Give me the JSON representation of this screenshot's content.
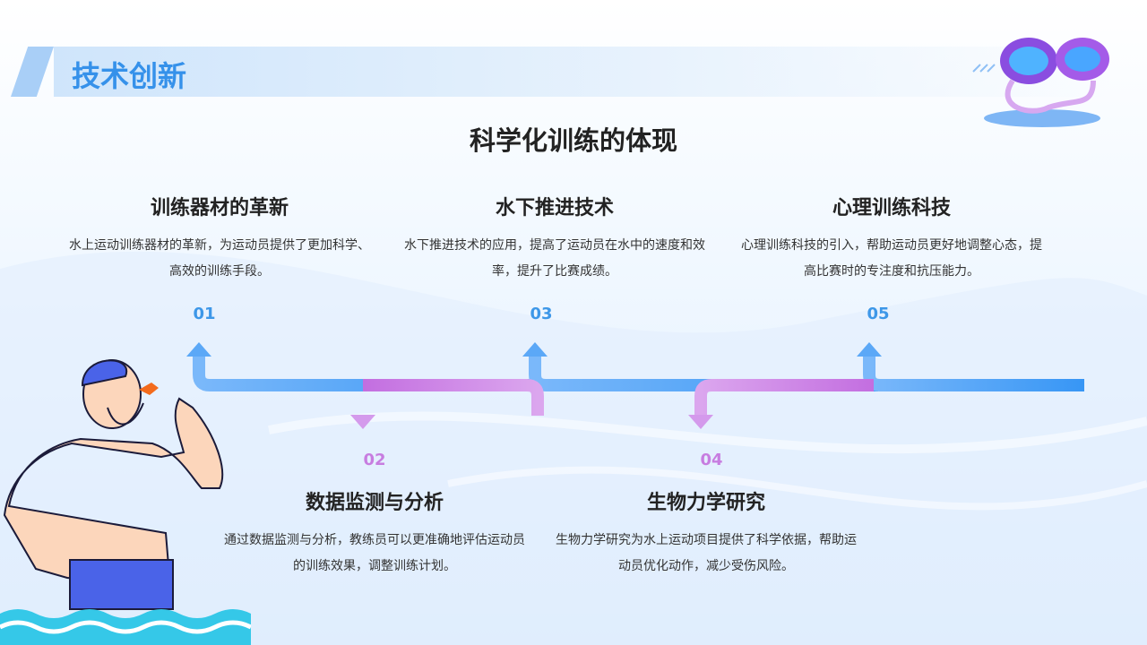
{
  "header": {
    "title": "技术创新"
  },
  "main_title": "科学化训练的体现",
  "items": [
    {
      "num": "01",
      "title": "训练器材的革新",
      "desc": "水上运动训练器材的革新，为运动员提供了更加科学、高效的训练手段。"
    },
    {
      "num": "02",
      "title": "数据监测与分析",
      "desc": "通过数据监测与分析，教练员可以更准确地评估运动员的训练效果，调整训练计划。"
    },
    {
      "num": "03",
      "title": "水下推进技术",
      "desc": "水下推进技术的应用，提高了运动员在水中的速度和效率，提升了比赛成绩。"
    },
    {
      "num": "04",
      "title": "生物力学研究",
      "desc": "生物力学研究为水上运动项目提供了科学依据，帮助运动员优化动作，减少受伤风险。"
    },
    {
      "num": "05",
      "title": "心理训练科技",
      "desc": "心理训练科技的引入，帮助运动员更好地调整心态，提高比赛时的专注度和抗压能力。"
    }
  ],
  "colors": {
    "blue": "#3d97e8",
    "purple": "#c77de0"
  }
}
